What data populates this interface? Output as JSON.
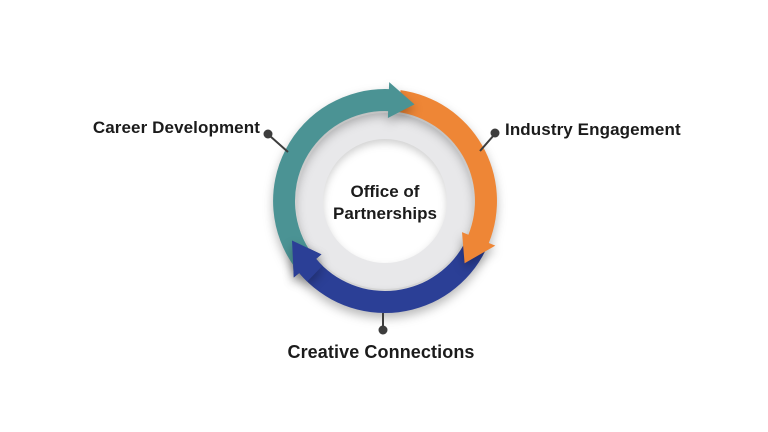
{
  "center": {
    "line1": "Office of",
    "line2": "Partnerships"
  },
  "labels": {
    "left": "Career Development",
    "right": "Industry Engagement",
    "bottom": "Creative Connections"
  },
  "colors": {
    "teal": "#4B9394",
    "orange": "#EE8636",
    "blue": "#2B3F96",
    "ring": "#E8E8EA",
    "connector": "#3D3D3D",
    "text": "#1B1B1B",
    "background": "#FFFFFF"
  }
}
